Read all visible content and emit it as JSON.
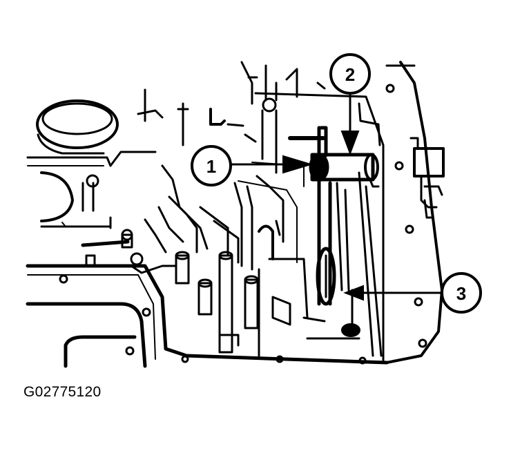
{
  "figure": {
    "caption": "G02775120",
    "callouts": [
      {
        "label": "1"
      },
      {
        "label": "2"
      },
      {
        "label": "3"
      }
    ]
  }
}
